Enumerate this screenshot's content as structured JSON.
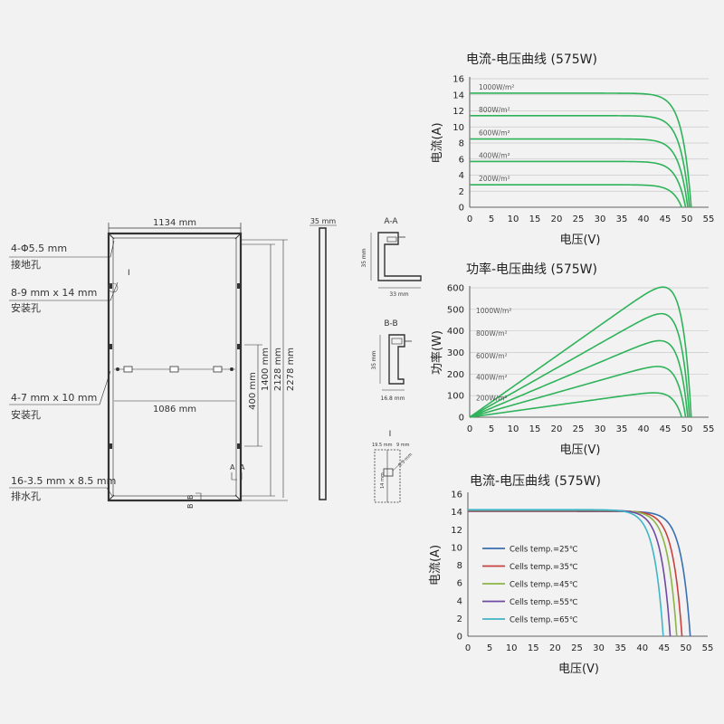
{
  "drawing": {
    "width_label": "1134 mm",
    "inner_width_label": "1086 mm",
    "thickness_label": "35 mm",
    "height_labels": [
      "400 mm",
      "1400 mm",
      "2128 mm",
      "2278 mm"
    ],
    "callouts": [
      {
        "title": "4-Φ5.5 mm",
        "sub": "接地孔"
      },
      {
        "title": "8-9 mm x 14 mm",
        "sub": "安装孔"
      },
      {
        "title": "4-7 mm x 10 mm",
        "sub": "安装孔"
      },
      {
        "title": "16-3.5 mm x 8.5 mm",
        "sub": "排水孔"
      }
    ],
    "marker_I": "I",
    "marker_A": "A",
    "marker_B": "B",
    "section_aa": {
      "title": "A-A",
      "height": "35 mm",
      "width": "33 mm"
    },
    "section_bb": {
      "title": "B-B",
      "height": "35 mm",
      "width": "16.8 mm"
    },
    "detail_i": {
      "title": "I",
      "dim1": "19.5 mm",
      "dim2": "9 mm",
      "dim3": "14 mm",
      "dim4": "5.5 mm"
    }
  },
  "chart_data": [
    {
      "type": "line",
      "title": "电流-电压曲线 (575W)",
      "xlabel": "电压(V)",
      "ylabel": "电流(A)",
      "xlim": [
        0,
        55
      ],
      "ylim": [
        0,
        16
      ],
      "xticks": [
        "0",
        "5",
        "10",
        "15",
        "20",
        "25",
        "30",
        "35",
        "40",
        "45",
        "50",
        "55"
      ],
      "yticks": [
        "0",
        "2",
        "4",
        "6",
        "8",
        "10",
        "12",
        "14",
        "16"
      ],
      "grid": true,
      "color": "#2fb35a",
      "series": [
        {
          "name": "1000W/m²",
          "isc": 14.2,
          "voc": 51.0
        },
        {
          "name": "800W/m²",
          "isc": 11.4,
          "voc": 50.6
        },
        {
          "name": "600W/m²",
          "isc": 8.5,
          "voc": 50.2
        },
        {
          "name": "400W/m²",
          "isc": 5.7,
          "voc": 49.7
        },
        {
          "name": "200W/m²",
          "isc": 2.8,
          "voc": 48.8
        }
      ]
    },
    {
      "type": "line",
      "title": "功率-电压曲线 (575W)",
      "xlabel": "电压(V)",
      "ylabel": "功率(W)",
      "xlim": [
        0,
        55
      ],
      "ylim": [
        0,
        600
      ],
      "xticks": [
        "0",
        "5",
        "10",
        "15",
        "20",
        "25",
        "30",
        "35",
        "40",
        "45",
        "50",
        "55"
      ],
      "yticks": [
        "0",
        "100",
        "200",
        "300",
        "400",
        "500",
        "600"
      ],
      "grid": true,
      "color": "#2fb35a",
      "series": [
        {
          "name": "1000W/m²",
          "isc": 14.2,
          "voc": 51.0
        },
        {
          "name": "800W/m²",
          "isc": 11.4,
          "voc": 50.6
        },
        {
          "name": "600W/m²",
          "isc": 8.5,
          "voc": 50.2
        },
        {
          "name": "400W/m²",
          "isc": 5.7,
          "voc": 49.7
        },
        {
          "name": "200W/m²",
          "isc": 2.8,
          "voc": 48.8
        }
      ]
    },
    {
      "type": "line",
      "title": "电流-电压曲线 (575W)",
      "xlabel": "电压(V)",
      "ylabel": "电流(A)",
      "xlim": [
        0,
        55
      ],
      "ylim": [
        0,
        16
      ],
      "xticks": [
        "0",
        "5",
        "10",
        "15",
        "20",
        "25",
        "30",
        "35",
        "40",
        "45",
        "50",
        "55"
      ],
      "yticks": [
        "0",
        "2",
        "4",
        "6",
        "8",
        "10",
        "12",
        "14",
        "16"
      ],
      "grid": false,
      "legend": "left",
      "series": [
        {
          "name": "Cells temp.=25℃",
          "color": "#3a6fb0",
          "isc": 14.05,
          "voc": 51.0
        },
        {
          "name": "Cells temp.=35℃",
          "color": "#c9403c",
          "isc": 14.1,
          "voc": 49.1
        },
        {
          "name": "Cells temp.=45℃",
          "color": "#8bb446",
          "isc": 14.15,
          "voc": 47.9
        },
        {
          "name": "Cells temp.=55℃",
          "color": "#6e4aa2",
          "isc": 14.2,
          "voc": 46.4
        },
        {
          "name": "Cells temp.=65℃",
          "color": "#3fb5c7",
          "isc": 14.25,
          "voc": 44.8
        }
      ]
    }
  ]
}
